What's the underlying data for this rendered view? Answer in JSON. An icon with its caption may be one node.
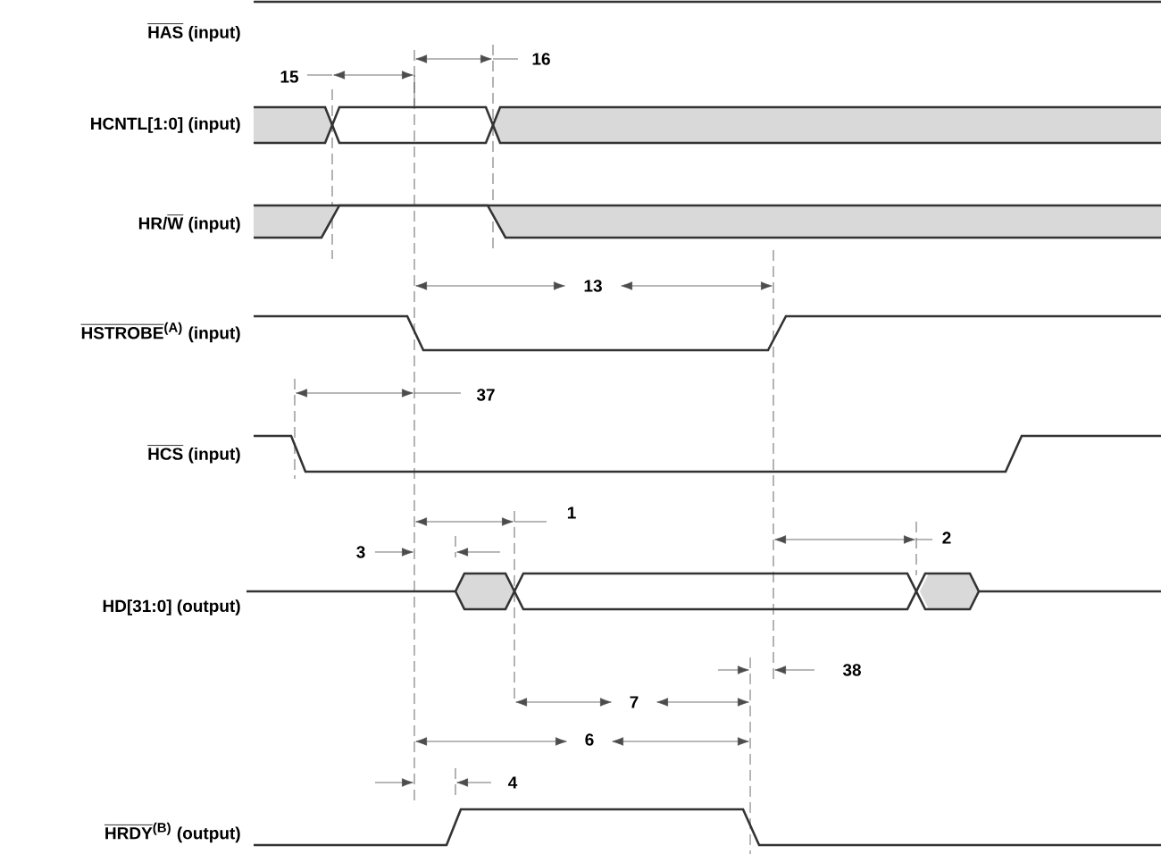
{
  "diagram": {
    "labels": [
      "HAS",
      "(input)",
      "HCNTL[1:0]",
      "(input)",
      "HR/",
      "W",
      "(input)",
      "HSTROBE",
      "(A)",
      "(input)",
      "HCS",
      "(input)",
      "HD[31:0]",
      "(output)",
      "HRDY",
      "(B)",
      "(output)",
      "15",
      "16",
      "13",
      "37",
      "1",
      "3",
      "2",
      "7",
      "38",
      "6",
      "4"
    ]
  }
}
